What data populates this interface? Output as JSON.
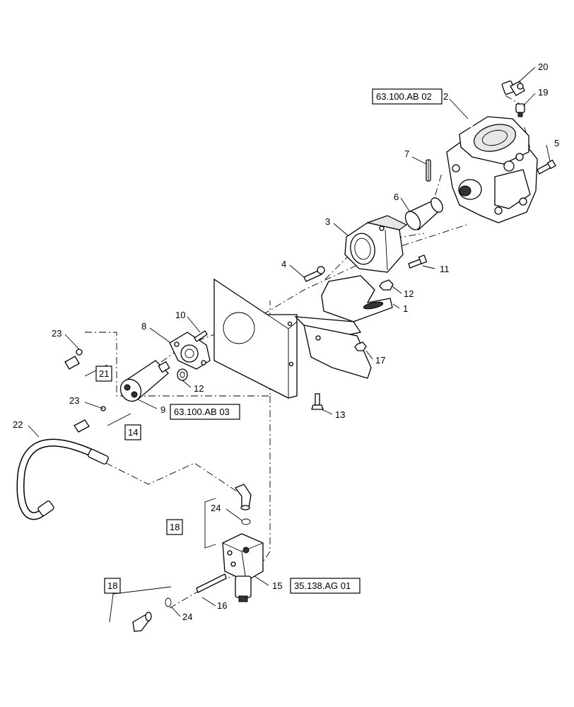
{
  "diagram": {
    "type": "exploded-parts-diagram",
    "callouts": [
      {
        "id": "c1",
        "label": "1"
      },
      {
        "id": "c2",
        "label": "2"
      },
      {
        "id": "c3",
        "label": "3"
      },
      {
        "id": "c4",
        "label": "4"
      },
      {
        "id": "c5",
        "label": "5"
      },
      {
        "id": "c6",
        "label": "6"
      },
      {
        "id": "c7",
        "label": "7"
      },
      {
        "id": "c8",
        "label": "8"
      },
      {
        "id": "c9",
        "label": "9"
      },
      {
        "id": "c10",
        "label": "10"
      },
      {
        "id": "c11",
        "label": "11"
      },
      {
        "id": "c12a",
        "label": "12"
      },
      {
        "id": "c12b",
        "label": "12"
      },
      {
        "id": "c13",
        "label": "13"
      },
      {
        "id": "c15",
        "label": "15"
      },
      {
        "id": "c16",
        "label": "16"
      },
      {
        "id": "c17",
        "label": "17"
      },
      {
        "id": "c19",
        "label": "19"
      },
      {
        "id": "c20",
        "label": "20"
      },
      {
        "id": "c22",
        "label": "22"
      },
      {
        "id": "c23a",
        "label": "23"
      },
      {
        "id": "c23b",
        "label": "23"
      },
      {
        "id": "c24a",
        "label": "24"
      },
      {
        "id": "c24b",
        "label": "24"
      }
    ],
    "reference_boxes": [
      {
        "id": "r1",
        "label": "63.100.AB 02"
      },
      {
        "id": "r2",
        "label": "63.100.AB 03"
      },
      {
        "id": "r3",
        "label": "35.138.AG 01"
      },
      {
        "id": "r4",
        "label": "21"
      },
      {
        "id": "r5",
        "label": "14"
      },
      {
        "id": "r6",
        "label": "18"
      },
      {
        "id": "r7",
        "label": "18"
      }
    ]
  }
}
